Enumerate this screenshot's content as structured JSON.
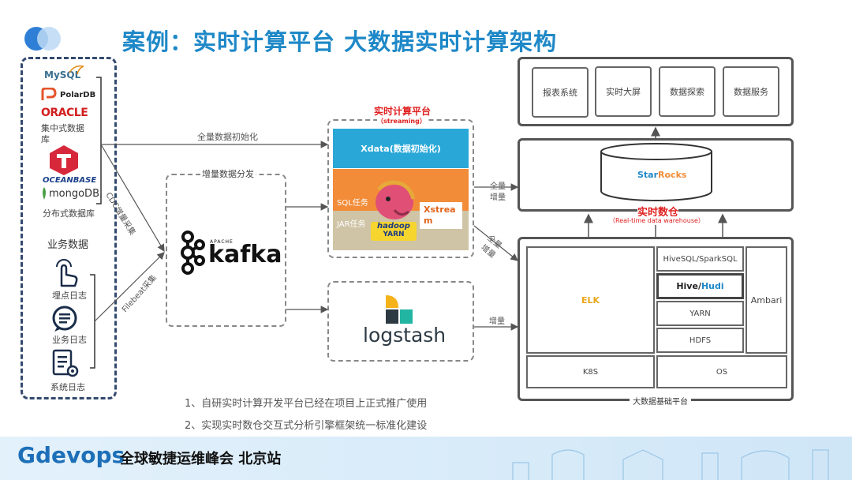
{
  "title": "案例：实时计算平台 大数据实时计算架构",
  "sources": {
    "mysql": "MySQL",
    "polardb": "PolarDB",
    "oracle": "ORACLE",
    "central_db": "集中式数据库",
    "oceanbase": "OCEANBASE",
    "mongodb": "mongoDB.",
    "distributed_db": "分布式数据库",
    "business_data": "业务数据",
    "track_log": "埋点日志",
    "biz_log": "业务日志",
    "sys_log": "系统日志"
  },
  "edges": {
    "full_init": "全量数据初始化",
    "cdc": "CDC增量采集",
    "filebeat": "Filebeat采集",
    "full_inc_1": "全量",
    "full_inc_1b": "增量",
    "full_inc_2": "全量",
    "full_inc_2b": "增量",
    "inc": "增量"
  },
  "kafka": {
    "title": "增量数据分发",
    "apache": "APACHE",
    "name": "kafka"
  },
  "platform": {
    "title": "实时计算平台",
    "subtitle": "（streaming）",
    "xdata": "Xdata(数据初始化)",
    "sql_task": "SQL任务",
    "jar_task": "JAR任务",
    "xstream": "Xstream",
    "hadoop": "hadoop",
    "yarn": "YARN"
  },
  "logstash": "logstash",
  "apps": [
    "报表系统",
    "实时大屏",
    "数据探索",
    "数据服务"
  ],
  "warehouse": {
    "starrocks_a": "Star",
    "starrocks_b": "Rocks",
    "title": "实时数仓",
    "subtitle": "（Real-time data warehouse）"
  },
  "infra": {
    "elk": "ELK",
    "hivesql": "HiveSQL/SparkSQL",
    "hive": "Hive",
    "slash": "/",
    "hudi": "Hudi",
    "yarn": "YARN",
    "hdfs": "HDFS",
    "ambari": "Ambari",
    "k8s": "K8S",
    "os": "OS",
    "title": "大数据基础平台"
  },
  "notes": [
    "1、自研实时计算开发平台已经在项目上正式推广使用",
    "2、实现实时数仓交互式分析引擎框架统一标准化建设"
  ],
  "footer": {
    "brand": "Gdevops",
    "event": "全球敏捷运维峰会",
    "city": "北京站"
  },
  "colors": {
    "title": "#1e88c7",
    "xdata": "#29a8d8",
    "sql": "#f28c38",
    "jar": "#cfc4a6",
    "warehouse_red": "#e02020"
  }
}
